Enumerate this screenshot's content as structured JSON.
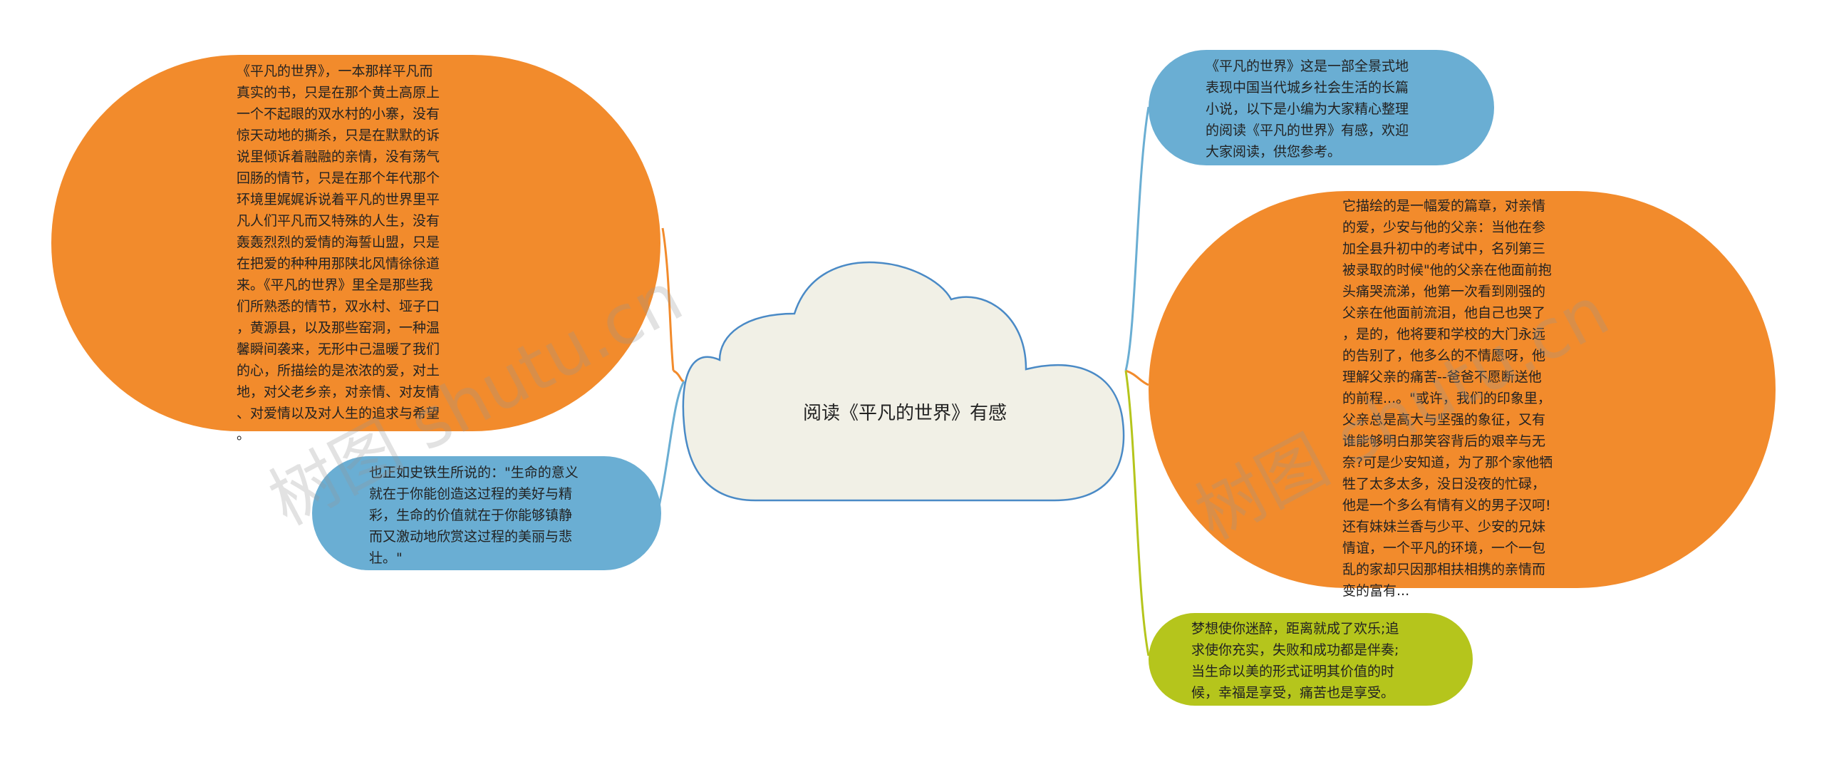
{
  "central": {
    "title": "阅读《平凡的世界》有感",
    "fill": "#F1F0E6",
    "stroke": "#4A8AC6"
  },
  "nodes": [
    {
      "id": "left-1",
      "color": "#F28B2C",
      "text": "《平凡的世界》，一本那样平凡而\n真实的书，只是在那个黄土高原上\n一个不起眼的双水村的小寨，没有\n惊天动地的撕杀，只是在默默的诉\n说里倾诉着融融的亲情，没有荡气\n回肠的情节，只是在那个年代那个\n环境里娓娓诉说着平凡的世界里平\n凡人们平凡而又特殊的人生，没有\n轰轰烈烈的爱情的海誓山盟，只是\n在把爱的种种用那陕北风情徐徐道\n来。《平凡的世界》里全是那些我\n们所熟悉的情节，双水村、垭子口\n，黄源县，以及那些窑洞，一种温\n馨瞬间袭来，无形中己温暖了我们\n的心，所描绘的是浓浓的爱，对土\n地，对父老乡亲，对亲情、对友情\n、对爱情以及对人生的追求与希望\n。"
    },
    {
      "id": "left-2",
      "color": "#6AAED3",
      "text": "也正如史铁生所说的：\"生命的意义\n就在于你能创造这过程的美好与精\n彩，生命的价值就在于你能够镇静\n而又激动地欣赏这过程的美丽与悲\n壮。\""
    },
    {
      "id": "right-1",
      "color": "#6AAED3",
      "text": "《平凡的世界》这是一部全景式地\n表现中国当代城乡社会生活的长篇\n小说，以下是小编为大家精心整理\n的阅读《平凡的世界》有感，欢迎\n大家阅读，供您参考。"
    },
    {
      "id": "right-2",
      "color": "#F28B2C",
      "text": "它描绘的是一幅爱的篇章，对亲情\n的爱，少安与他的父亲：当他在参\n加全县升初中的考试中，名列第三\n被录取的时候\"他的父亲在他面前抱\n头痛哭流涕，他第一次看到刚强的\n父亲在他面前流泪，他自己也哭了\n，是的，他将要和学校的大门永远\n的告别了，他多么的不情愿呀，他\n理解父亲的痛苦--爸爸不愿断送他\n的前程...。\"或许，我们的印象里，\n父亲总是高大与坚强的象征，又有\n谁能够明白那笑容背后的艰辛与无\n奈?可是少安知道，为了那个家他牺\n牲了太多太多，没日没夜的忙碌，\n他是一个多么有情有义的男子汉呵!\n还有妹妹兰香与少平、少安的兄妹\n情谊，一个平凡的环境，一个一包\n乱的家却只因那相扶相携的亲情而\n变的富有..."
    },
    {
      "id": "right-3",
      "color": "#B5C51C",
      "text": "梦想使你迷醉，距离就成了欢乐;追\n求使你充实，失败和成功都是伴奏;\n当生命以美的形式证明其价值的时\n候，幸福是享受，痛苦也是享受。"
    }
  ],
  "watermarks": [
    "树图 shutu.cn",
    "树图 shutu.cn"
  ]
}
